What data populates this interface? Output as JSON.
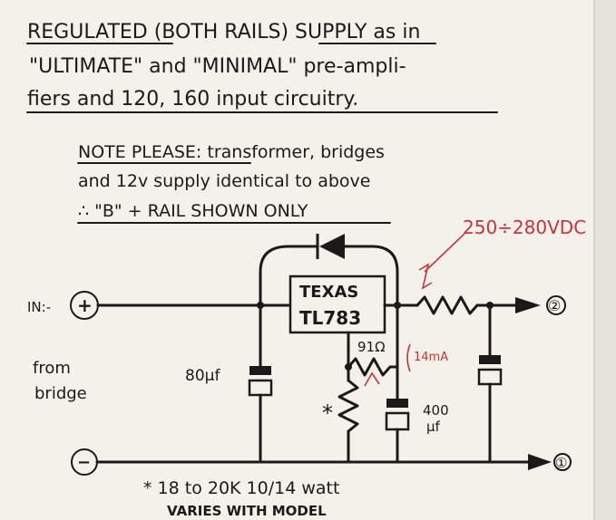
{
  "header": {
    "line1": "REGULATED (BOTH RAILS) SUPPLY as in",
    "line2": "\"ULTIMATE\" and \"MINIMAL\" pre-ampli-",
    "line3": "fiers and 120, 160 input circuitry."
  },
  "note": {
    "line1": "NOTE PLEASE: transformer, bridges",
    "line2": "and 12v supply identical to above",
    "line3": "∴ \"B\" + RAIL SHOWN ONLY"
  },
  "schematic": {
    "input_label": "IN:-",
    "input_sign": "+",
    "from_bridge_1": "from",
    "from_bridge_2": "bridge",
    "regulator_line1": "TEXAS",
    "regulator_line2": "TL783",
    "cap1_value": "80µf",
    "resistor_value": "91Ω",
    "current_value": "14mA",
    "cap2_value_1": "400",
    "cap2_value_2": "µf",
    "asterisk": "*",
    "ground_sign": "−",
    "output_plus_label": "②",
    "output_ground_label": "①",
    "voltage_annotation": "250÷280VDC"
  },
  "footnote": {
    "line1": "* 18 to 20K 10/14 watt",
    "line2": "VARIES WITH MODEL"
  },
  "colors": {
    "paper": "#f4f1ea",
    "ink": "#1a1a1a",
    "annotation_red": "#c8323a"
  }
}
